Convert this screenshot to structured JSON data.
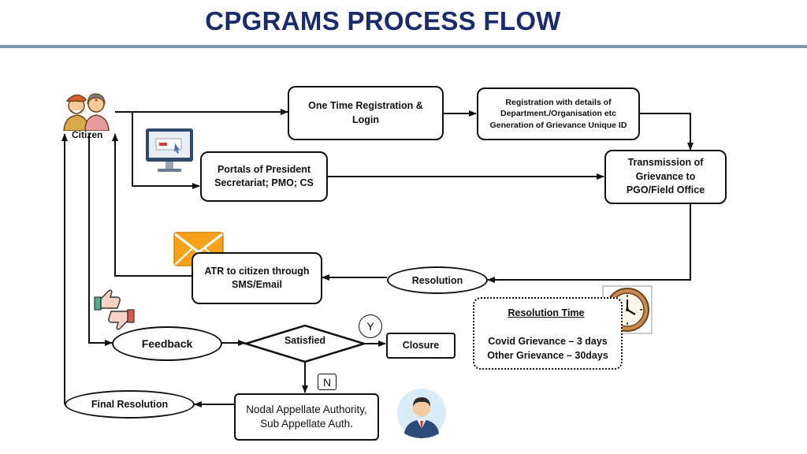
{
  "title": "CPGRAMS PROCESS FLOW",
  "citizen_label": "Citizen",
  "nodes": {
    "registration": "One Time Registration & Login",
    "registration_details": "Registration with details of Department./Organisation etc Generation of Grievance Unique ID",
    "portals": "Portals of President Secretariat; PMO; CS",
    "transmission": "Transmission of Grievance to PGO/Field Office",
    "resolution": "Resolution",
    "atr": "ATR to citizen through SMS/Email",
    "feedback": "Feedback",
    "satisfied": "Satisfied",
    "closure": "Closure",
    "nodal": "Nodal Appellate Authority, Sub Appellate Auth.",
    "final_resolution": "Final Resolution"
  },
  "branches": {
    "yes": "Y",
    "no": "N"
  },
  "resolution_time": {
    "title": "Resolution Time",
    "covid": "Covid Grievance – 3 days",
    "other": "Other Grievance – 30days"
  },
  "icons": {
    "citizen": "citizen-couple-icon",
    "computer": "computer-monitor-icon",
    "envelope": "envelope-icon",
    "clock": "clock-icon",
    "feedback": "thumbs-up-down-icon",
    "officer": "officer-avatar-icon"
  },
  "colors": {
    "title": "#1b2b6b",
    "rule": "#7d96b6",
    "envelope": "#f7a21b",
    "clock_rim": "#c98a4e",
    "avatar_bg": "#d9ecf8"
  }
}
